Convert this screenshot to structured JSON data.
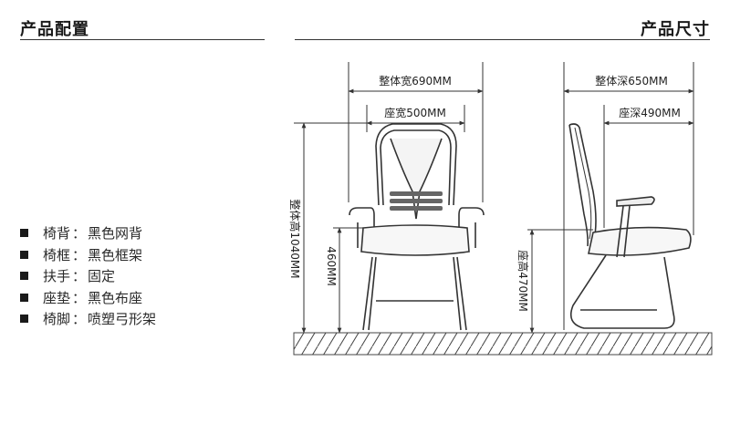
{
  "left_section": {
    "title": "产品配置"
  },
  "right_section": {
    "title": "产品尺寸"
  },
  "specs": [
    {
      "label": "椅背",
      "value": "黑色网背"
    },
    {
      "label": "椅框",
      "value": "黑色框架"
    },
    {
      "label": "扶手",
      "value": "固定"
    },
    {
      "label": "座垫",
      "value": "黑色布座"
    },
    {
      "label": "椅脚",
      "value": "喷塑弓形架"
    }
  ],
  "dimensions": {
    "overall_width": "整体宽690MM",
    "seat_width": "座宽500MM",
    "overall_height": "整体高1040MM",
    "seat_height_front": "460MM",
    "overall_depth": "整体深650MM",
    "seat_depth": "座深490MM",
    "seat_height_side": "座高470MM"
  }
}
